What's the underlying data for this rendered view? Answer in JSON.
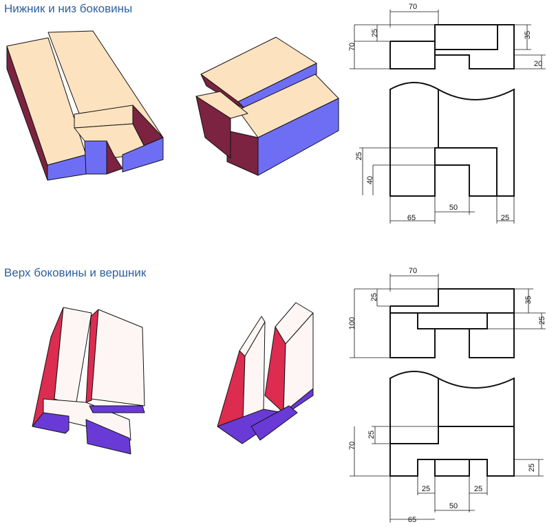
{
  "sections": {
    "top_title": "Нижник и низ боковины",
    "bottom_title": "Верх боковины и вершник"
  },
  "colors": {
    "title": "#2c5f9e",
    "top_face_beige": "#fde2c0",
    "side_maroon": "#7b2340",
    "side_blue": "#6e6ef5",
    "top_face_white": "#fdf6f4",
    "side_red": "#dc2c50",
    "side_purple": "#6a3ad6",
    "line": "#111111"
  },
  "dims": {
    "t1": {
      "w70": "70",
      "d25": "25",
      "d70": "70",
      "d35": "35",
      "d20": "20"
    },
    "t2": {
      "d25": "25",
      "d40": "40",
      "w65": "65",
      "w50": "50",
      "w25": "25"
    },
    "b1": {
      "w70": "70",
      "d25": "25",
      "d100": "100",
      "d35": "35",
      "d25b": "25"
    },
    "b2": {
      "d25": "25",
      "d70": "70",
      "d25r": "25",
      "w25a": "25",
      "w25b": "25",
      "w50": "50",
      "w65": "65"
    }
  }
}
